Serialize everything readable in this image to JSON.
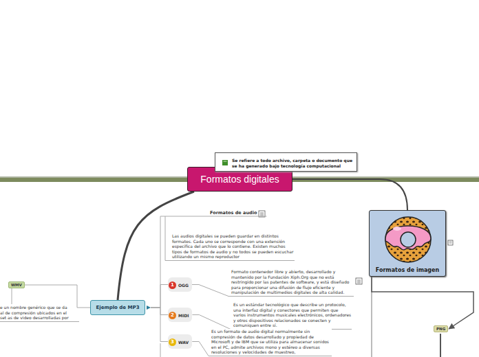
{
  "diagram": {
    "nodes": [
      {
        "text": [
          "Formatos digitales"
        ]
      },
      {
        "text": [
          "Se refiere a todo archivo, carpeta o documento que se ha generado bajo tecnología computacional"
        ]
      },
      {
        "text": [
          "Formatos de audio"
        ]
      },
      {
        "text": [
          "Las audios digitales se pueden guardar en distintos formatos. Cada uno se corresponde con una extensión específica del archivo que lo contiene. Existen muchos tipos de formatos de audio y no todos se pueden escuchar utilizando un mismo reproductor"
        ]
      },
      {
        "text": [
          "Formatos de imagen"
        ]
      },
      {
        "text": [
          "WMV"
        ]
      },
      {
        "text": [
          "e un nombre genérico que se da al de compresión ubicados en el set as de video desarrolladas por"
        ]
      },
      {
        "text": [
          "Ejemplo de MP3"
        ]
      },
      {
        "text": [
          "1",
          "OGG"
        ]
      },
      {
        "text": [
          "Formato contenedor libre y abierto, desarrollado y mantenido por la Fundación Xiph.Org que no está restringido por las patentes de software, y está diseñado para proporcionar una difusión de flujo eficiente y manipulación de multimedios digitales de alta calidad."
        ]
      },
      {
        "text": [
          "2",
          "MIDI"
        ]
      },
      {
        "text": [
          "Es un estándar tecnológico que describe un protocolo, una interfaz digital y conectores que permiten que varios instrumentos musicales electrónicos, ordenadores y otros dispositivos relacionados se conecten y comuniquen entre sí."
        ]
      },
      {
        "text": [
          "3",
          "WAV"
        ]
      },
      {
        "text": [
          "Es un formato de audio digital normalmente sin compresión de datos desarrollado y propiedad de Microsoft y de IBM que se utiliza para almacenar sonidos en el PC, admite archivos mono y estéreo a diversas resoluciones y velocidades de muestreo,"
        ]
      },
      {
        "text": [
          "PNG"
        ]
      }
    ],
    "edges": [
      {
        "from": 0,
        "to": 7,
        "arrow": "none"
      },
      {
        "from": 7,
        "to": 2,
        "arrow": "none"
      },
      {
        "from": 2,
        "to": 3,
        "arrow": "none"
      },
      {
        "from": 7,
        "to": 8,
        "arrow": "none"
      },
      {
        "from": 8,
        "to": 9,
        "arrow": "none"
      },
      {
        "from": 7,
        "to": 10,
        "arrow": "none"
      },
      {
        "from": 10,
        "to": 11,
        "arrow": "none"
      },
      {
        "from": 7,
        "to": 12,
        "arrow": "none"
      },
      {
        "from": 12,
        "to": 13,
        "arrow": "none"
      },
      {
        "from": 7,
        "to": 5,
        "arrow": "none"
      },
      {
        "from": 5,
        "to": 6,
        "arrow": "none"
      },
      {
        "from": 0,
        "to": 4,
        "arrow": "none"
      },
      {
        "from": 4,
        "to": 14,
        "arrow": "to"
      }
    ]
  }
}
